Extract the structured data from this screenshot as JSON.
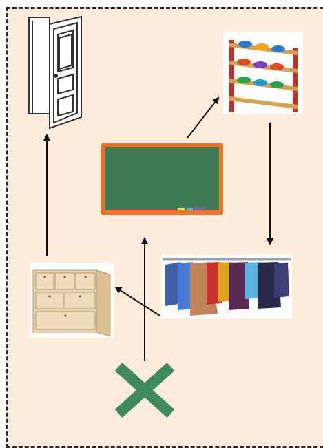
{
  "diagram": {
    "nodes": [
      {
        "id": "door",
        "icon": "door-icon"
      },
      {
        "id": "shoe-rack",
        "icon": "shoe-rack-icon"
      },
      {
        "id": "chalkboard",
        "icon": "chalkboard-icon"
      },
      {
        "id": "clothes-rack",
        "icon": "clothes-rack-icon"
      },
      {
        "id": "drawer-cabinet",
        "icon": "drawer-cabinet-icon"
      },
      {
        "id": "start-mark",
        "icon": "x-mark-icon"
      }
    ],
    "edges": [
      {
        "from": "start-mark",
        "to": "chalkboard"
      },
      {
        "from": "chalkboard",
        "to": "shoe-rack"
      },
      {
        "from": "shoe-rack",
        "to": "clothes-rack"
      },
      {
        "from": "clothes-rack",
        "to": "drawer-cabinet"
      },
      {
        "from": "drawer-cabinet",
        "to": "door"
      }
    ],
    "colors": {
      "background": "#fdebdc",
      "border": "#2a2a2a",
      "arrow": "#111111",
      "x_mark": "#3f8a5a",
      "chalkboard_green": "#3f7a55",
      "chalkboard_frame": "#e8762b"
    }
  }
}
